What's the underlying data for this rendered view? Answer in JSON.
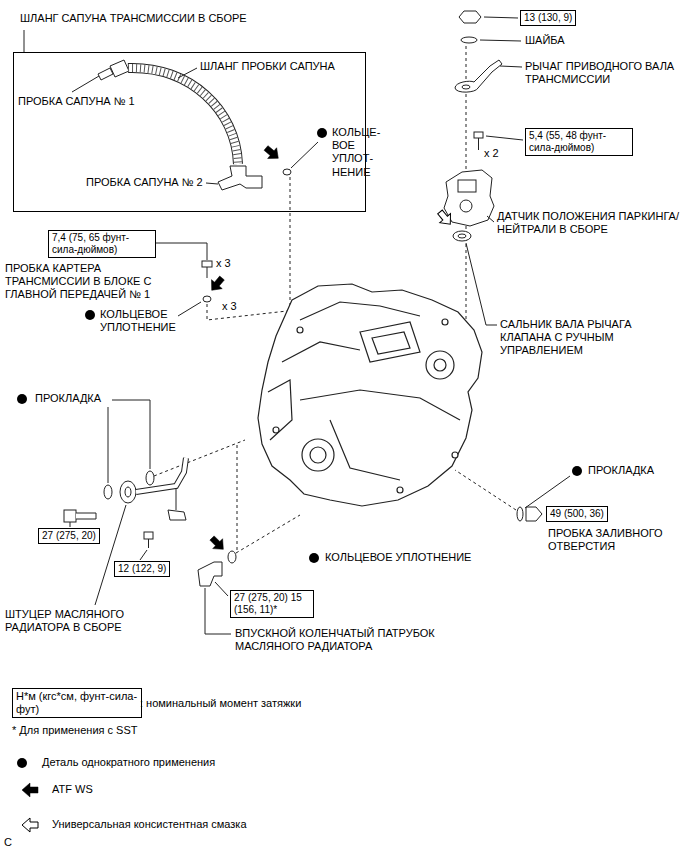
{
  "diagram": {
    "nodes": [
      {
        "text": [
          "ШЛАНГ САПУНА ТРАНСМИССИИ В СБОРЕ"
        ]
      },
      {
        "text": [
          "13 (130, 9)"
        ]
      },
      {
        "text": [
          "5,4 (55, 48 фунт-сила-дюймов)"
        ]
      },
      {
        "text": [
          "7,4 (75, 65 фунт-сила-дюймов)"
        ]
      },
      {
        "text": [
          "49 (500, 36)"
        ]
      },
      {
        "text": [
          "27 (275, 20)"
        ]
      },
      {
        "text": [
          "12 (122, 9)"
        ]
      },
      {
        "text": [
          "27 (275, 20) 15 (156, 11)*"
        ]
      },
      {
        "text": [
          "Н*м (кгс*см, фунт-сила-фут)"
        ]
      }
    ],
    "labels": [
      "ШЛАНГ ПРОБКИ САПУНА",
      "ПРОБКА САПУНА № 1",
      "ПРОБКА САПУНА № 2",
      "КОЛЬЦЕ- ВОЕ УПЛОТ- НЕНИЕ",
      "ШАЙБА",
      "РЫЧАГ ПРИВОДНОГО ВАЛА ТРАНСМИССИИ",
      "x 2",
      "ДАТЧИК ПОЛОЖЕНИЯ ПАРКИНГА/НЕЙТРАЛИ В СБОРЕ",
      "x 3",
      "ПРОБКА КАРТЕРА ТРАНСМИССИИ В БЛОКЕ С ГЛАВНОЙ ПЕРЕДАЧЕЙ № 1",
      "x 3",
      "КОЛЬЦЕВОЕ УПЛОТНЕНИЕ",
      "САЛЬНИК ВАЛА РЫЧАГА КЛАПАНА С РУЧНЫМ УПРАВЛЕНИЕМ",
      "ПРОКЛАДКА",
      "ПРОКЛАДКА",
      "КОЛЬЦЕВОЕ УПЛОТНЕНИЕ",
      "ПРОБКА ЗАЛИВНОГО ОТВЕРСТИЯ",
      "ШТУЦЕР МАСЛЯНОГО РАДИАТОРА В СБОРЕ",
      "ВПУСКНОЙ КОЛЕНЧАТЫЙ ПАТРУБОК МАСЛЯНОГО РАДИАТОРА",
      "* Для применения с SST",
      "C"
    ],
    "legend": [
      {
        "text": ": номинальный момент затяжки"
      },
      {
        "text": "Деталь однократного применения"
      },
      {
        "text": "ATF WS"
      },
      {
        "text": "Универсальная консистентная смазка"
      }
    ]
  }
}
